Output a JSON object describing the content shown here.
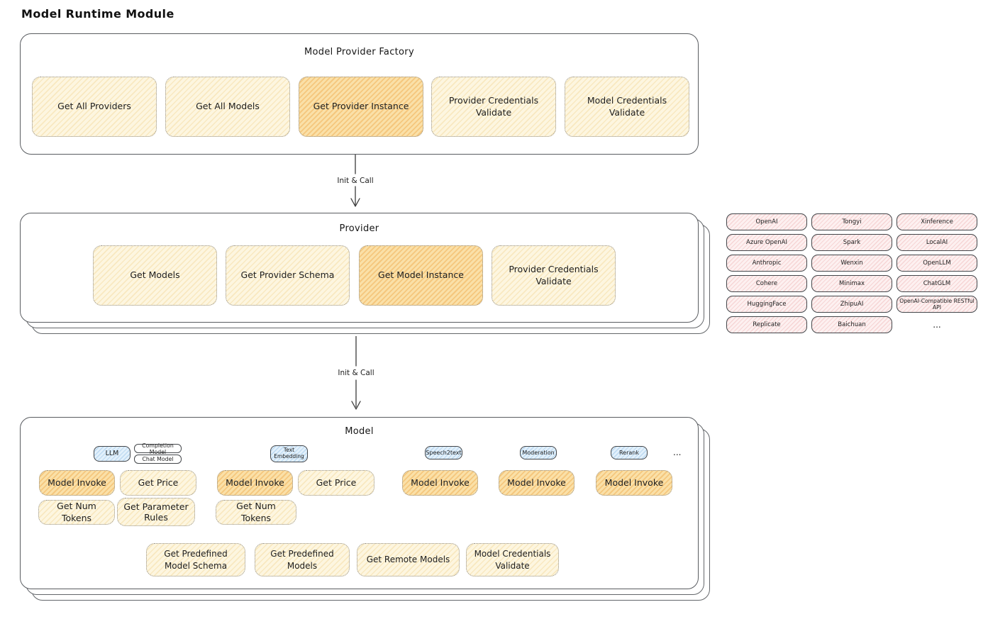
{
  "page": {
    "title": "Model Runtime Module"
  },
  "colors": {
    "cream_fill": "#fdf6e0",
    "cream_hatch": "#ebc36b",
    "highlight_fill": "#fae0a8",
    "highlight_hatch": "#eea23c",
    "pink_fill": "#fdf0f0",
    "pink_hatch": "#e79696",
    "blue_fill": "#e2f0fb",
    "blue_hatch": "#6eaadc",
    "box_border": "#595c60",
    "text": "#1d1d1d"
  },
  "factory": {
    "title": "Model Provider Factory",
    "buttons": [
      {
        "label": "Get All Providers",
        "highlight": false
      },
      {
        "label": "Get All Models",
        "highlight": false
      },
      {
        "label": "Get Provider Instance",
        "highlight": true
      },
      {
        "label": "Provider Credentials Validate",
        "highlight": false
      },
      {
        "label": "Model Credentials Validate",
        "highlight": false
      }
    ]
  },
  "arrows": {
    "init_call_1": "Init & Call",
    "init_call_2": "Init & Call"
  },
  "provider": {
    "title": "Provider",
    "buttons": [
      {
        "label": "Get Models",
        "highlight": false
      },
      {
        "label": "Get Provider Schema",
        "highlight": false
      },
      {
        "label": "Get Model Instance",
        "highlight": true
      },
      {
        "label": "Provider Credentials Validate",
        "highlight": false
      }
    ]
  },
  "providers_grid": {
    "items": [
      "OpenAI",
      "Tongyi",
      "Xinference",
      "Azure OpenAI",
      "Spark",
      "LocalAI",
      "Anthropic",
      "Wenxin",
      "OpenLLM",
      "Cohere",
      "Minimax",
      "ChatGLM",
      "HuggingFace",
      "ZhipuAI",
      "OpenAI-Compatible RESTful API",
      "Replicate",
      "Baichuan"
    ],
    "more": "..."
  },
  "model": {
    "title": "Model",
    "tabs": {
      "llm": "LLM",
      "completion": "Completion Model",
      "chat": "Chat Model",
      "text_embedding": "Text Embedding",
      "speech2text": "Speech2text",
      "moderation": "Moderation",
      "rerank": "Rerank",
      "more": "..."
    },
    "row1": [
      "Model Invoke",
      "Get Price",
      "Model Invoke",
      "Get Price",
      "Model Invoke",
      "Model Invoke",
      "Model Invoke"
    ],
    "row2": [
      "Get Num Tokens",
      "Get Parameter Rules",
      "Get Num Tokens"
    ],
    "row3": [
      "Get Predefined Model Schema",
      "Get Predefined Models",
      "Get Remote Models",
      "Model Credentials Validate"
    ]
  }
}
